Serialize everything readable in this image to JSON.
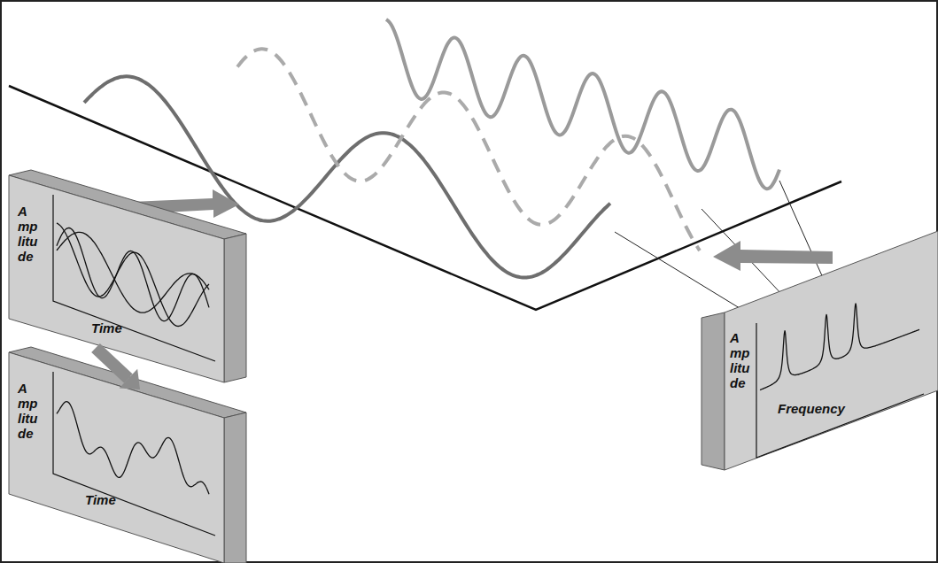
{
  "diagram": {
    "nodes": [
      {
        "text": [
          "Amplitude",
          "Time"
        ]
      },
      {
        "text": [
          "Amplitude",
          "Frequency"
        ]
      },
      {
        "text": [
          "Amplitude",
          "Time"
        ]
      }
    ],
    "edges": [
      {
        "from": 0,
        "to": 2,
        "arrow": "to"
      }
    ]
  }
}
